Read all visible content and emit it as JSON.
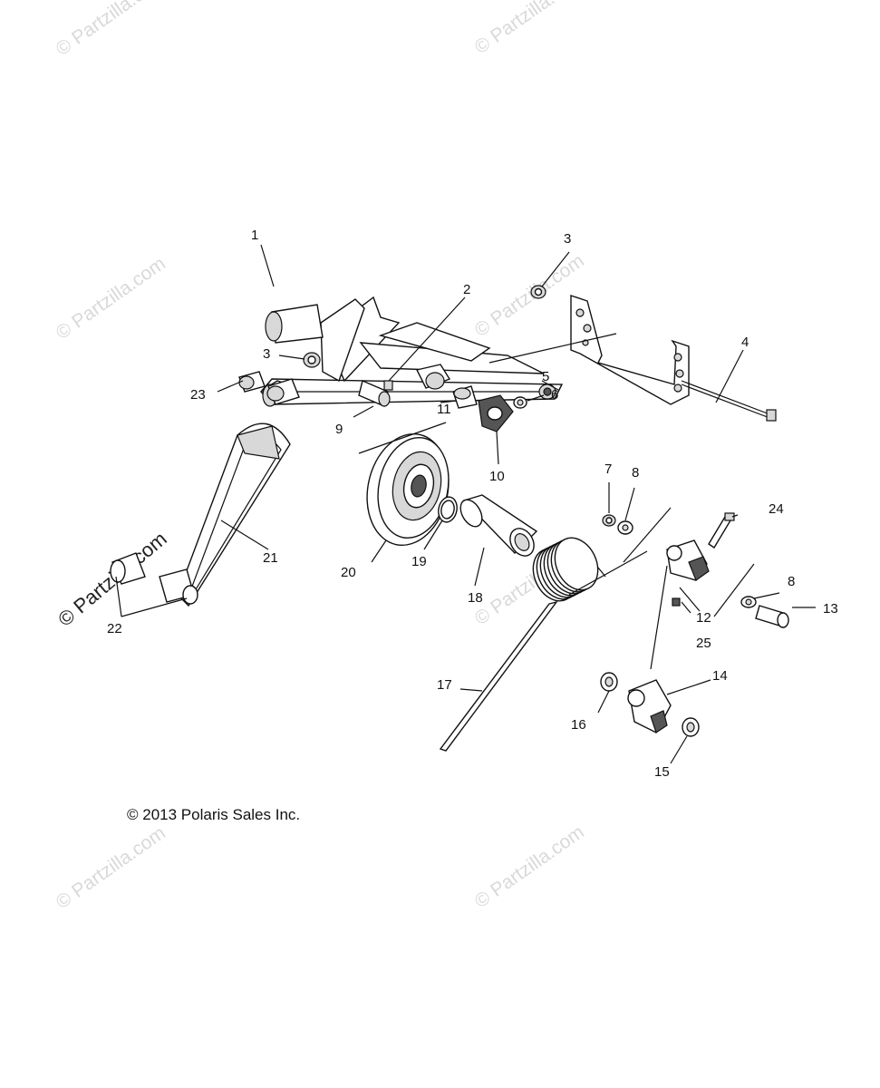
{
  "copyright": "© 2013 Polaris Sales Inc.",
  "watermarks": {
    "light": "© Partzilla.com",
    "dark": "© Partzilla.com"
  },
  "callouts": [
    "1",
    "2",
    "3",
    "3",
    "4",
    "5",
    "6",
    "7",
    "8",
    "8",
    "9",
    "10",
    "11",
    "12",
    "13",
    "14",
    "15",
    "16",
    "17",
    "18",
    "19",
    "20",
    "21",
    "22",
    "23",
    "24",
    "25"
  ],
  "colors": {
    "line": "#111111",
    "shade": "#d8d8d8",
    "watermark": "#d9d9d9"
  }
}
